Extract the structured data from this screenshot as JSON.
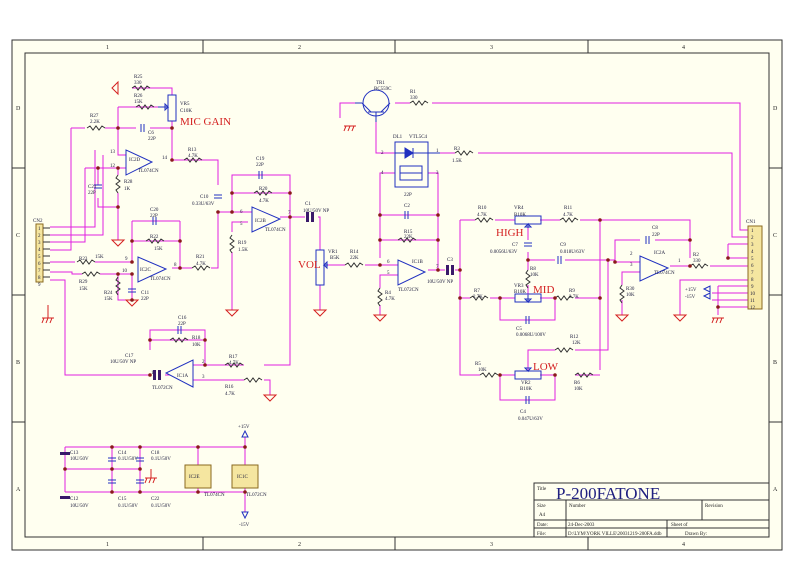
{
  "title_block": {
    "title_label": "Title",
    "title": "P-200FATONE",
    "size_label": "Size",
    "size": "A4",
    "number_label": "Number",
    "revision_label": "Revision",
    "date_label": "Date:",
    "date": "24-Dec-2003",
    "sheet_label": "Sheet    of",
    "file_label": "File:",
    "file": "D:\\LYM\\YORK VILLE\\20031219-200FA.ddb",
    "drawn_label": "Drawn By:"
  },
  "zones": {
    "cols": [
      "1",
      "2",
      "3",
      "4"
    ],
    "rows": [
      "D",
      "C",
      "B",
      "A"
    ]
  },
  "annotations": {
    "mic_gain": "MIC  GAIN",
    "vol": "VOL",
    "high": "HIGH",
    "mid": "MID",
    "low": "LOW"
  },
  "components": {
    "R25": [
      "R25",
      "330"
    ],
    "R26": [
      "R26",
      "15K"
    ],
    "VR5": [
      "VR5",
      "C10K"
    ],
    "R27": [
      "R27",
      "2.2K"
    ],
    "C6": [
      "C6",
      "22P"
    ],
    "IC2D": [
      "IC2D",
      "TL074CN"
    ],
    "R13": [
      "R13",
      "4.7K"
    ],
    "R28": [
      "R28",
      "1K"
    ],
    "C21": [
      "C21",
      "22P"
    ],
    "C19": [
      "C19",
      "22P"
    ],
    "R20": [
      "R20",
      "4.7K"
    ],
    "C10": [
      "C10",
      "0.33U/63V"
    ],
    "IC2B": [
      "IC2B",
      "TL074CN"
    ],
    "R19": [
      "R19",
      "1.5K"
    ],
    "C20": [
      "C20",
      "22P"
    ],
    "R22": [
      "R22",
      "15K"
    ],
    "R23": [
      "R23",
      "15K"
    ],
    "IC2C": [
      "IC2C",
      "TL074CN"
    ],
    "R21": [
      "R21",
      "4.7K"
    ],
    "R29": [
      "R29",
      "15K"
    ],
    "R24": [
      "R24",
      "15K"
    ],
    "C11": [
      "C11",
      "22P"
    ],
    "C16": [
      "C16",
      "22P"
    ],
    "R18": [
      "R18",
      "10K"
    ],
    "C17": [
      "C17",
      "10U/50V NP"
    ],
    "IC1A": [
      "IC1A",
      "TL072CN"
    ],
    "R17": [
      "R17",
      "4.7K"
    ],
    "R16": [
      "R16",
      "4.7K"
    ],
    "TR1": [
      "TR1",
      "BC559C"
    ],
    "R1": [
      "R1",
      "330"
    ],
    "DL1": [
      "DL1",
      "VTL5C4"
    ],
    "R3": [
      "R3",
      "1.5K"
    ],
    "C2": [
      "C2",
      "22P"
    ],
    "R15": [
      "R15",
      "22K"
    ],
    "C1": [
      "C1",
      "10U/50V NP"
    ],
    "VR1": [
      "VR1",
      "B5K"
    ],
    "R14": [
      "R14",
      "22K"
    ],
    "IC1B": [
      "IC1B",
      "TL072CN"
    ],
    "R4": [
      "R4",
      "4.7K"
    ],
    "C3": [
      "C3",
      "10U/50V NP"
    ],
    "R10": [
      "R10",
      "4.7K"
    ],
    "VR4": [
      "VR4",
      "B10K"
    ],
    "R11": [
      "R11",
      "4.7K"
    ],
    "C7": [
      "C7",
      "0.0056U/63V"
    ],
    "C9": [
      "C9",
      "0.018U/63V"
    ],
    "R8": [
      "R8",
      "10K"
    ],
    "R7": [
      "R7",
      "2.7K"
    ],
    "VR3": [
      "VR3",
      "B10K"
    ],
    "R9": [
      "R9",
      "2.7K"
    ],
    "C5": [
      "C5",
      "0.0068U/100V"
    ],
    "R12": [
      "R12",
      "12K"
    ],
    "R5": [
      "R5",
      "10K"
    ],
    "VR2": [
      "VR2",
      "B10K"
    ],
    "R6": [
      "R6",
      "10K"
    ],
    "C4": [
      "C4",
      "0.047U/63V"
    ],
    "C8": [
      "C8",
      "22P"
    ],
    "IC2A": [
      "IC2A",
      "TL074CN"
    ],
    "R30": [
      "R30",
      "10K"
    ],
    "R2": [
      "R2",
      "330"
    ],
    "C13": [
      "C13",
      "10U/50V"
    ],
    "C12": [
      "C12",
      "10U/50V"
    ],
    "C14": [
      "C14",
      "0.1U/50V"
    ],
    "C15": [
      "C15",
      "0.1U/50V"
    ],
    "C18": [
      "C18",
      "0.1U/50V"
    ],
    "C22": [
      "C22",
      "0.1U/50V"
    ],
    "IC2E": [
      "IC2E",
      "TL074CN"
    ],
    "IC1C": [
      "IC1C",
      "TL072CN"
    ]
  },
  "connectors": {
    "CN2": {
      "name": "CN2",
      "pins": [
        "1",
        "2",
        "3",
        "4",
        "5",
        "6",
        "7",
        "8",
        "9"
      ]
    },
    "CN1": {
      "name": "CN1",
      "pins": [
        "1",
        "2",
        "3",
        "4",
        "5",
        "6",
        "7",
        "8",
        "9",
        "10",
        "11",
        "12"
      ]
    }
  },
  "power": {
    "p15": "+15V",
    "m15": "-15V"
  },
  "pins": {
    "ic2d": [
      "13",
      "12",
      "14"
    ],
    "ic2b": [
      "6",
      "5",
      "7"
    ],
    "ic2c": [
      "9",
      "10",
      "8"
    ],
    "ic1a": [
      "2",
      "3",
      "1"
    ],
    "ic1b": [
      "6",
      "5",
      "7"
    ],
    "ic2a": [
      "2",
      "3",
      "1"
    ],
    "dl1": [
      "2",
      "1",
      "4",
      "3"
    ]
  }
}
